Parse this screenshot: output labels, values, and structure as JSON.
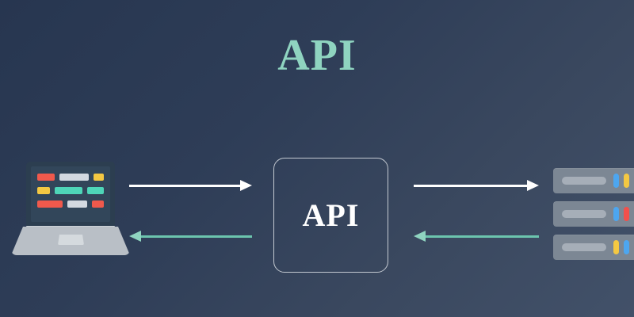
{
  "diagram": {
    "title": "API",
    "background_from": "#273650",
    "background_to": "#425169",
    "title_color": "#8fd4c0"
  },
  "center_node": {
    "label": "API",
    "name": "api-box",
    "border_color": "#c3c9d1",
    "text_color": "#ffffff"
  },
  "client": {
    "name": "laptop",
    "screen_bg": "#32465a",
    "bezel": "#2c3e50",
    "base_color": "#b9bfc6",
    "code_rows": [
      [
        {
          "color": "#f0594c",
          "width": 24
        },
        {
          "color": "#d3d9e0",
          "width": 41
        },
        {
          "color": "#f4c842",
          "width": 15
        }
      ],
      [
        {
          "color": "#f4c842",
          "width": 17
        },
        {
          "color": "#4ed6b8",
          "width": 38
        },
        {
          "color": "#4ed6b8",
          "width": 23
        }
      ],
      [
        {
          "color": "#f0594c",
          "width": 35
        },
        {
          "color": "#d3d9e0",
          "width": 28
        },
        {
          "color": "#f0594c",
          "width": 17
        }
      ]
    ]
  },
  "server": {
    "name": "server-stack",
    "unit_color": "#7c8794",
    "slot_color": "#a6aeb8",
    "units": [
      {
        "leds": [
          "#4da6f0",
          "#f4c842"
        ]
      },
      {
        "leds": [
          "#4da6f0",
          "#f2504b"
        ]
      },
      {
        "leds": [
          "#f4c842",
          "#4da6f0"
        ]
      }
    ]
  },
  "arrows": [
    {
      "name": "arrow-request-left",
      "direction": "right",
      "color": "#ffffff",
      "style": "white"
    },
    {
      "name": "arrow-response-left",
      "direction": "left",
      "color": "#8fd4c0",
      "style": "teal"
    },
    {
      "name": "arrow-request-right",
      "direction": "right",
      "color": "#ffffff",
      "style": "white"
    },
    {
      "name": "arrow-response-right",
      "direction": "left",
      "color": "#8fd4c0",
      "style": "teal"
    }
  ]
}
